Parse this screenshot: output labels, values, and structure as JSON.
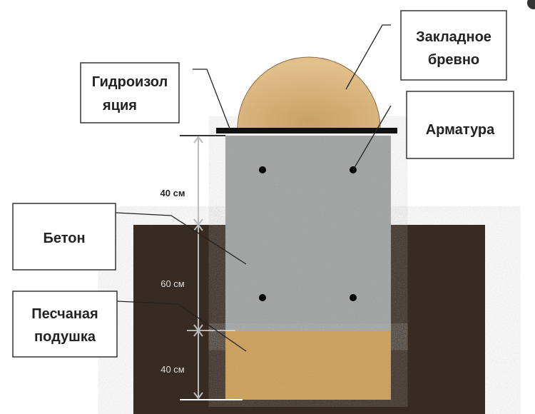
{
  "labels": {
    "waterproofing_line1": "Гидроизол",
    "waterproofing_line2": "яция",
    "log_line1": "Закладное",
    "log_line2": "бревно",
    "rebar": "Арматура",
    "concrete": "Бетон",
    "sand_line1": "Песчаная",
    "sand_line2": "подушка"
  },
  "dimensions": {
    "above_ground": "40 см",
    "concrete_below": "60 см",
    "sand": "40 см"
  },
  "colors": {
    "soil": "#3a2e24",
    "concrete": "#a9abab",
    "sand": "#d4a865",
    "log": "#d9b27a",
    "waterproofing": "#111111"
  }
}
